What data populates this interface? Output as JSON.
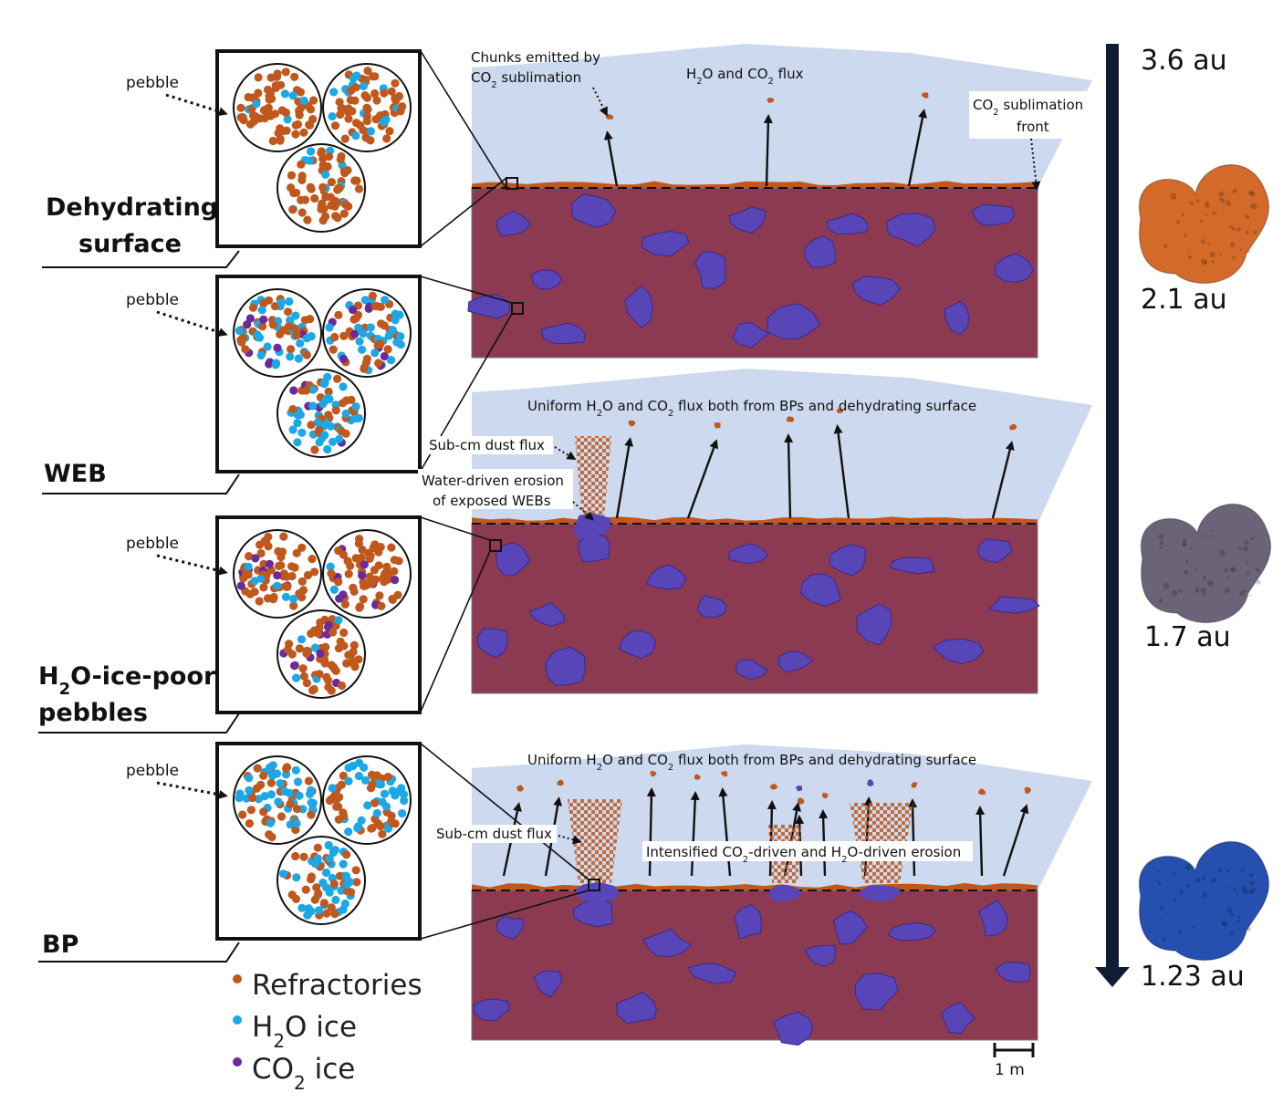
{
  "labels": {
    "pebble": "pebble",
    "dehydrating_1": "Dehydrating",
    "dehydrating_2": "surface",
    "web": "WEB",
    "h2o_poor_1a": "H",
    "h2o_poor_1b": "2",
    "h2o_poor_1c": "O-ice-poor",
    "h2o_poor_2": "pebbles",
    "bp": "BP",
    "scale_bar": "1 m"
  },
  "legend": [
    {
      "label": "Refractories",
      "color": "#c0581d"
    },
    {
      "label_a": "H",
      "label_sub": "2",
      "label_b": "O ice",
      "color": "#1ca8e6"
    },
    {
      "label_a": "CO",
      "label_sub": "2",
      "label_b": " ice",
      "color": "#6a2a9c"
    }
  ],
  "timeline": {
    "labels": [
      "3.6 au",
      "2.1 au",
      "1.7 au",
      "1.23 au"
    ],
    "colors": {
      "arrow": "#0f1c33",
      "nucleus_1": "#d46a2a",
      "nucleus_2": "#6b6478",
      "nucleus_3": "#2550b0"
    }
  },
  "panel1": {
    "chunks_1": "Chunks emitted by",
    "chunks_2a": "CO",
    "chunks_2b": "2",
    "chunks_2c": " sublimation",
    "flux_a": "H",
    "flux_b": "2",
    "flux_c": "O and CO",
    "flux_d": "2",
    "flux_e": " flux",
    "front_1a": "CO",
    "front_1b": "2",
    "front_1c": " sublimation",
    "front_2": "front"
  },
  "panel2": {
    "flux_a": "Uniform H",
    "flux_b": "2",
    "flux_c": "O and CO",
    "flux_d": "2",
    "flux_e": " flux both from BPs and dehydrating surface",
    "dust": "Sub-cm dust flux",
    "erosion_1": "Water-driven erosion",
    "erosion_2": "of exposed WEBs"
  },
  "panel3": {
    "flux_a": "Uniform H",
    "flux_b": "2",
    "flux_c": "O and CO",
    "flux_d": "2",
    "flux_e": " flux both from BPs and dehydrating surface",
    "dust": "Sub-cm dust flux",
    "erosion_a": "Intensified CO",
    "erosion_b": "2",
    "erosion_c": "-driven and H",
    "erosion_d": "2",
    "erosion_e": "O-driven erosion"
  },
  "colors": {
    "refractory": "#c0581d",
    "h2o_ice": "#1ca8e6",
    "co2_ice": "#6a2a9c",
    "interior": "#8b3a52",
    "blobs": "#5845b8",
    "sky": "#cdd9ef",
    "crust": "#c0581d"
  }
}
